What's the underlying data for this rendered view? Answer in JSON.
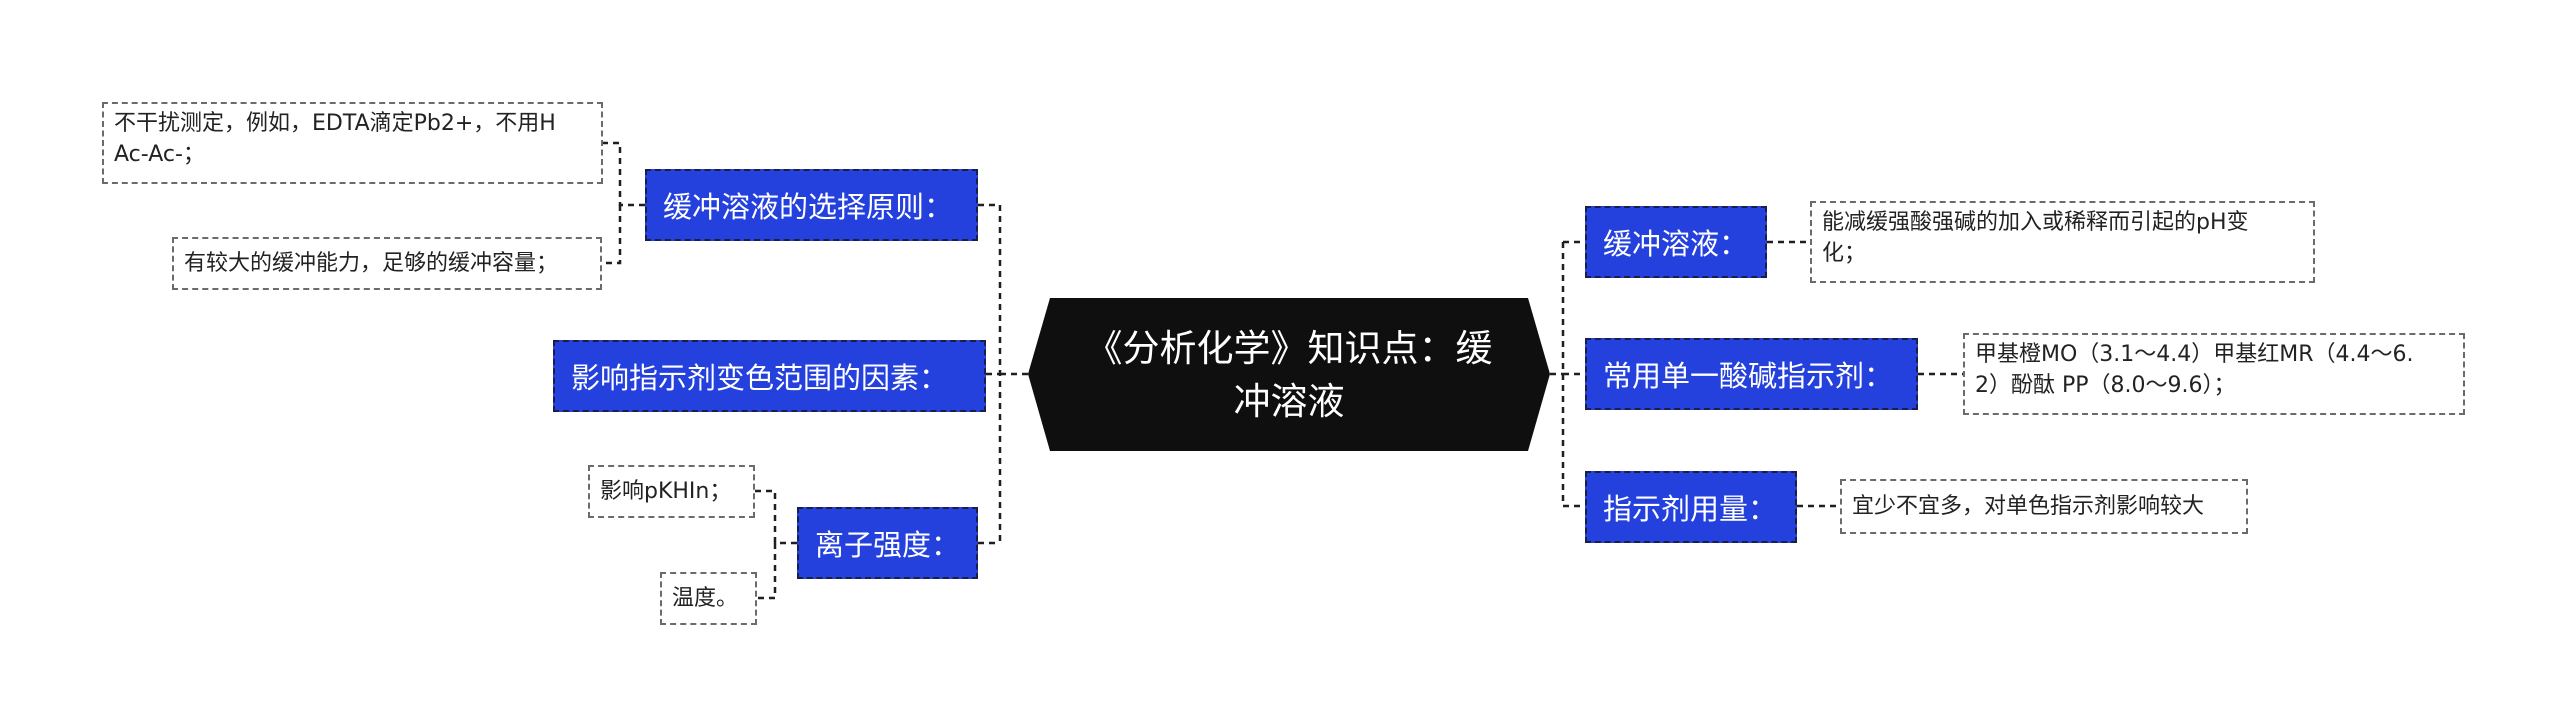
{
  "center": {
    "line1": "《分析化学》知识点：缓",
    "line2": "冲溶液"
  },
  "left": {
    "selection": {
      "label": "缓冲溶液的选择原则：",
      "details": [
        {
          "line1": "不干扰测定，例如，EDTA滴定Pb2+，不用H",
          "line2": "Ac-Ac-；"
        },
        {
          "text": "有较大的缓冲能力，足够的缓冲容量；"
        }
      ]
    },
    "factors": {
      "label": "影响指示剂变色范围的因素："
    },
    "ionic": {
      "label": "离子强度：",
      "details": [
        {
          "text": "影响pKHIn；"
        },
        {
          "text": "温度。"
        }
      ]
    }
  },
  "right": {
    "buffer": {
      "label": "缓冲溶液：",
      "detail": {
        "line1": "能减缓强酸强碱的加入或稀释而引起的pH变",
        "line2": "化；"
      }
    },
    "indicators": {
      "label": "常用单一酸碱指示剂：",
      "detail": {
        "line1": "甲基橙MO（3.1～4.4）甲基红MR（4.4～6.",
        "line2": "2）酚酞 PP（8.0～9.6）；"
      }
    },
    "dosage": {
      "label": "指示剂用量：",
      "detail": {
        "text": "宜少不宜多，对单色指示剂影响较大"
      }
    }
  },
  "colors": {
    "topic_fill": "#2440dd",
    "center_fill": "#0f0f0f",
    "connector": "#1f1f1f"
  }
}
